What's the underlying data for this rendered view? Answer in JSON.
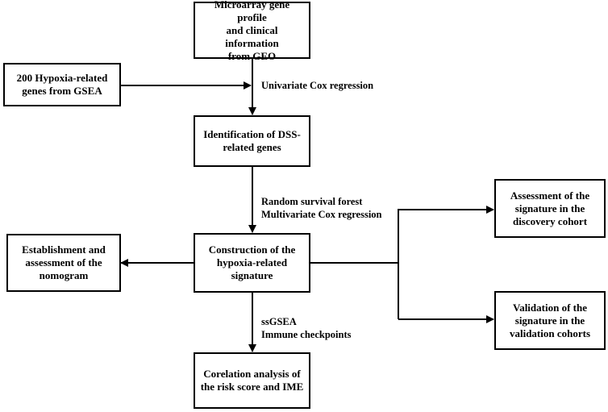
{
  "nodes": {
    "geo": "Microarray gene profile\nand clinical information\nfrom GEO",
    "gsea": "200 Hypoxia-related\ngenes from GSEA",
    "dss": "Identification of DSS-\nrelated genes",
    "construction": "Construction of the\nhypoxia-related\nsignature",
    "nomogram": "Establishment and\nassessment of the\nnomogram",
    "assessment": "Assessment of the\nsignature in the\ndiscovery cohort",
    "validation": "Validation of the\nsignature in the\nvalidation cohorts",
    "correlation": "Corelation analysis of\nthe risk score and IME"
  },
  "edge_labels": {
    "univariate": "Univariate Cox regression",
    "rsf": "Random survival forest\nMultivariate Cox regression",
    "ssgsea": "ssGSEA\nImmune checkpoints"
  }
}
